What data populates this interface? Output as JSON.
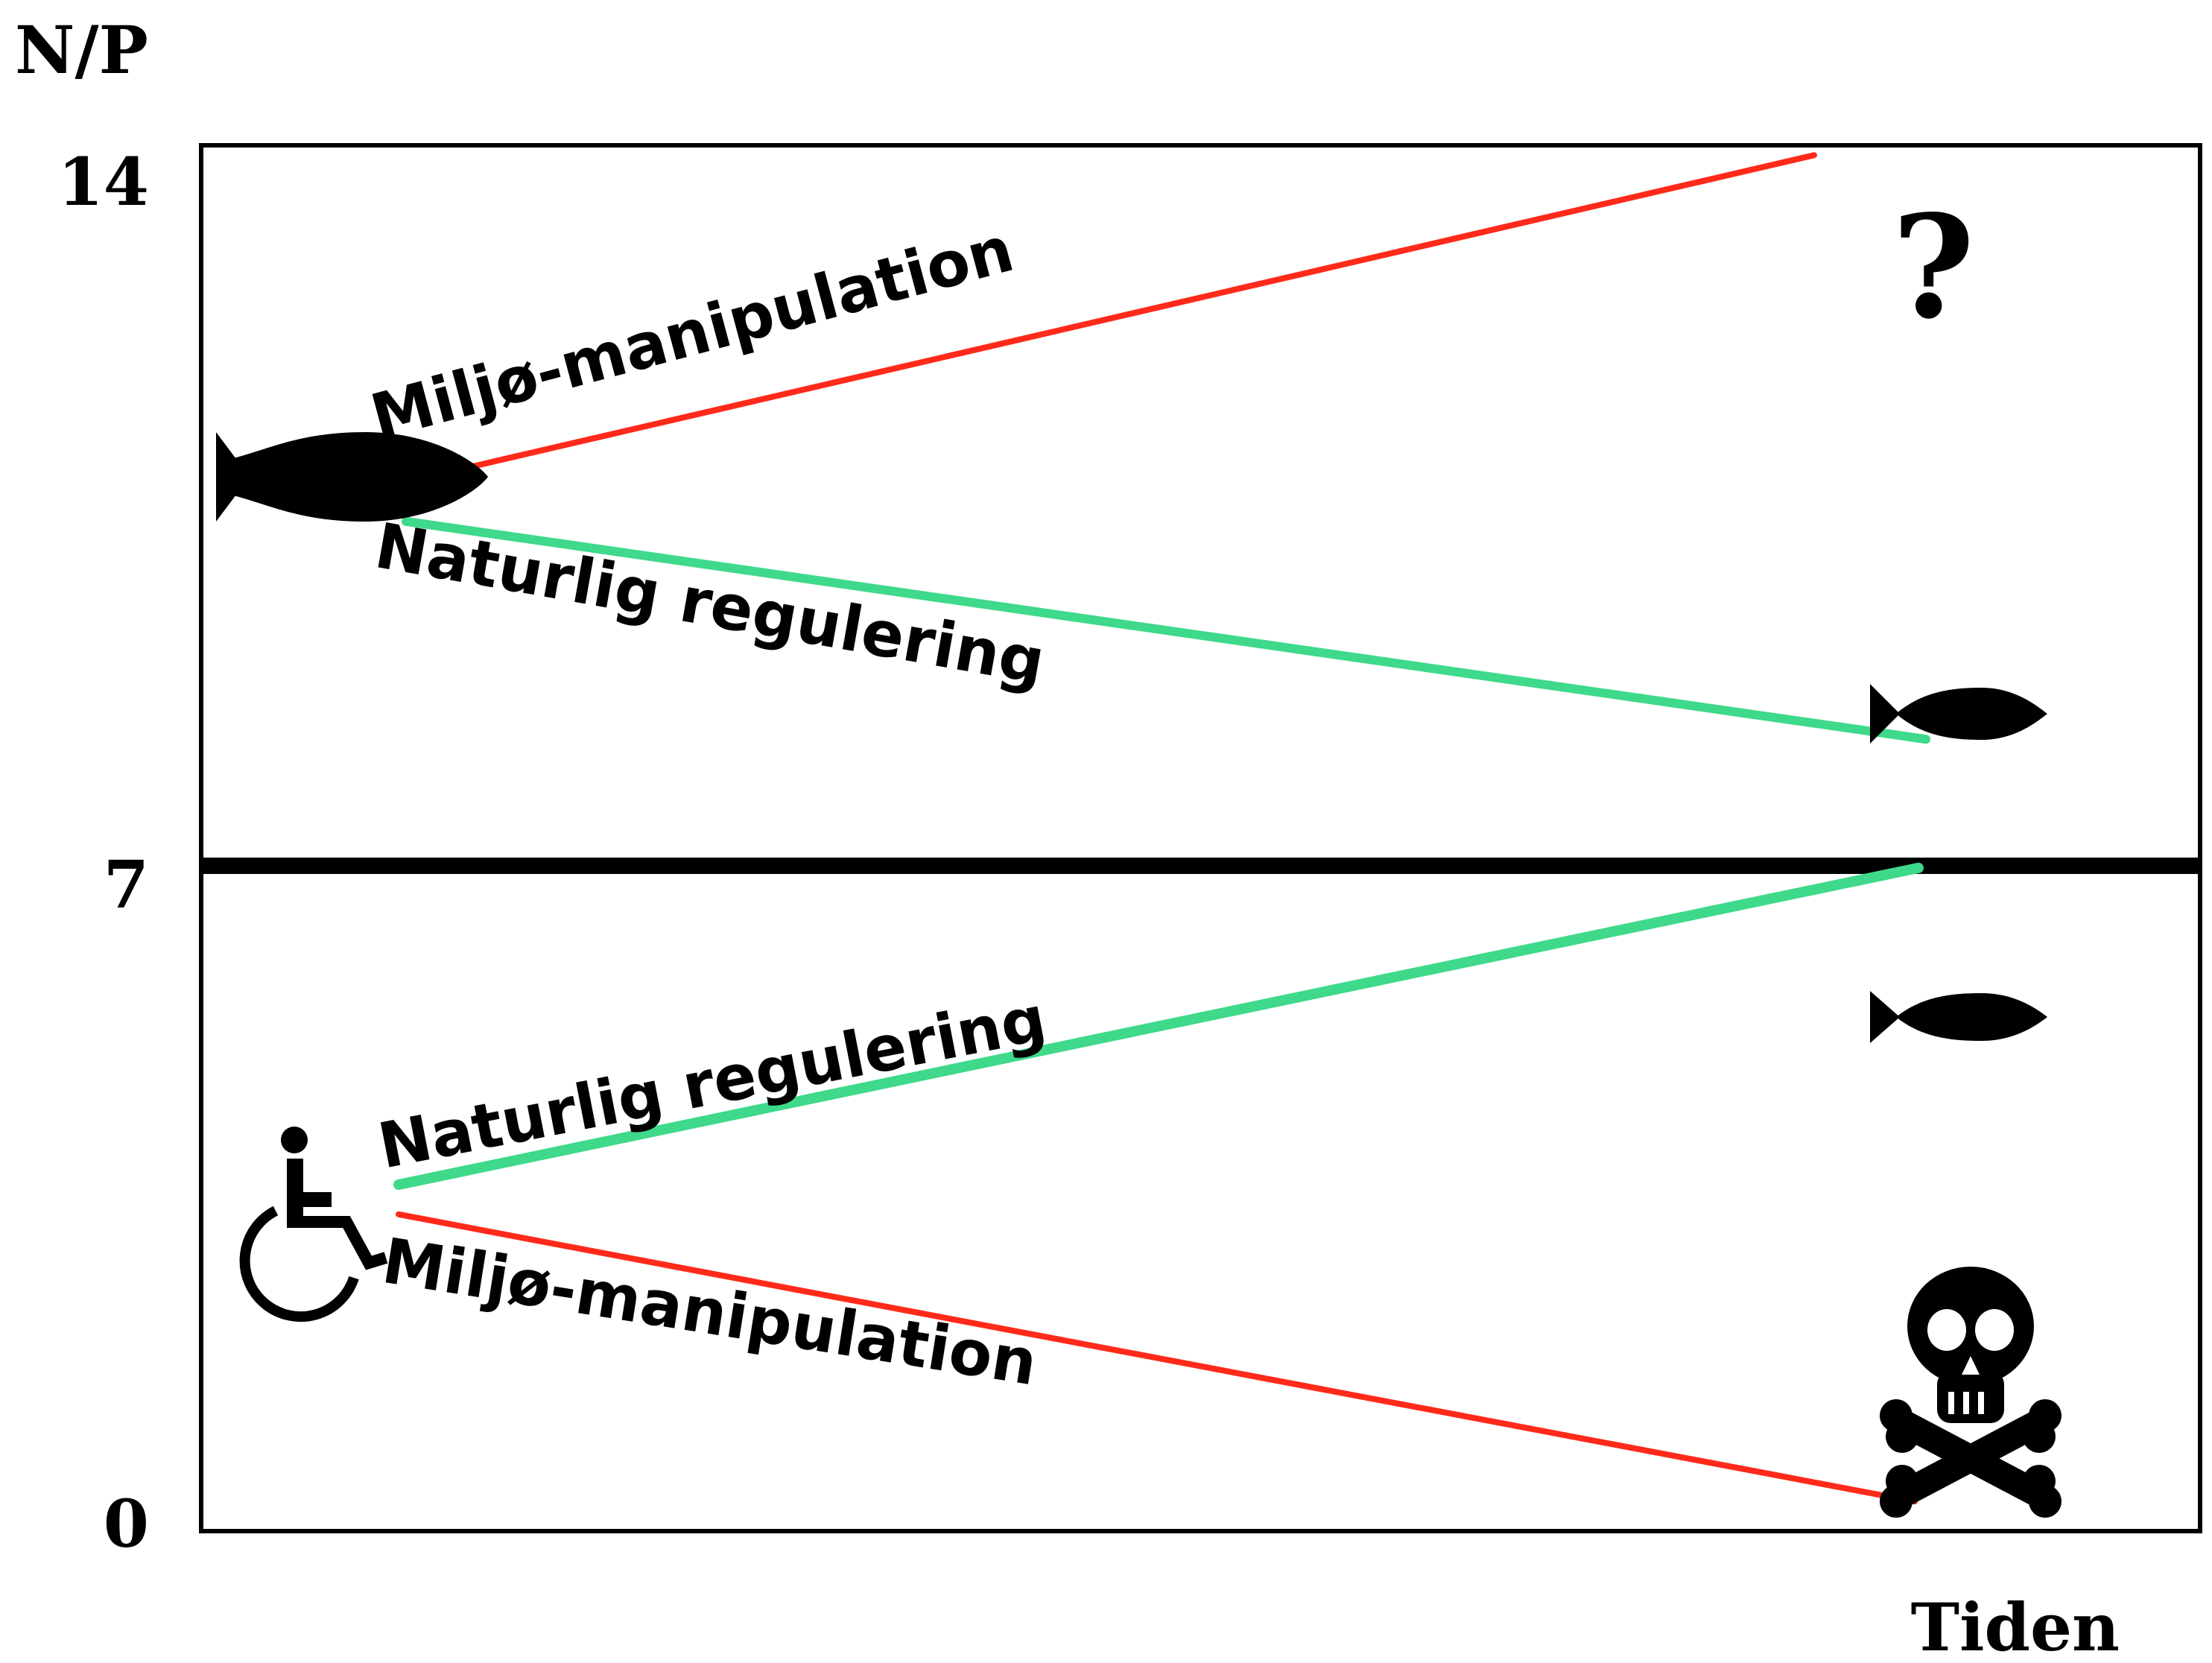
{
  "y_axis_label": "N/P",
  "x_axis_label": "Tiden",
  "y_ticks": [
    "14",
    "7",
    "0"
  ],
  "labels": {
    "upper_red": "Miljø-manipulation",
    "upper_green": "Naturlig  regulering",
    "lower_green": "Naturlig  regulering",
    "lower_red": "Miljø-manipulation",
    "question": "?"
  },
  "colors": {
    "red": "#ff2a1a",
    "green": "#3ed98a",
    "frame": "#000000"
  },
  "icons": [
    "fish-icon",
    "question-mark-icon",
    "wheelchair-icon",
    "skull-crossbones-icon"
  ],
  "chart_data": {
    "type": "line",
    "ylabel": "N/P",
    "xlabel": "Tiden",
    "ylim": [
      0,
      14
    ],
    "reference_line": 7,
    "series": [
      {
        "name": "Miljø-manipulation",
        "color": "red",
        "x": [
          0,
          1
        ],
        "values": [
          10.6,
          13.9
        ]
      },
      {
        "name": "Naturlig  regulering",
        "color": "green",
        "x": [
          0,
          1
        ],
        "values": [
          10.2,
          8.0
        ]
      },
      {
        "name": "Naturlig  regulering",
        "color": "green",
        "x": [
          0,
          1
        ],
        "values": [
          3.5,
          6.7
        ]
      },
      {
        "name": "Miljø-manipulation",
        "color": "red",
        "x": [
          0,
          1
        ],
        "values": [
          3.2,
          0.3
        ]
      }
    ]
  }
}
